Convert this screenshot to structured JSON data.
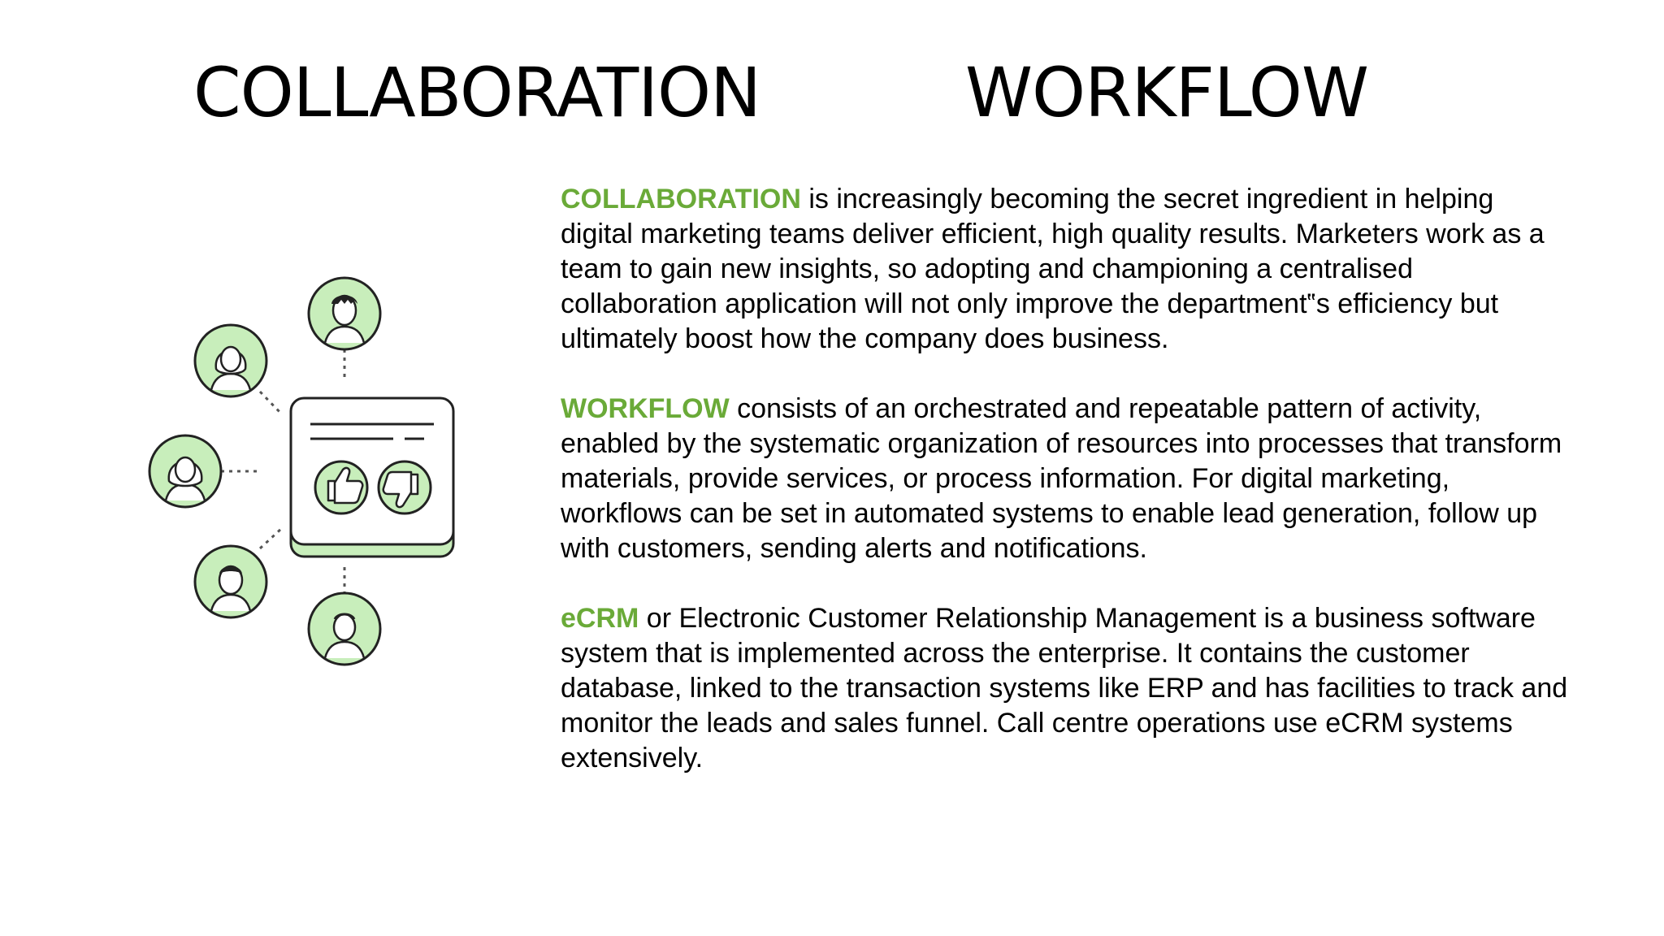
{
  "headings": {
    "left": "COLLABORATION",
    "right": "WORKFLOW"
  },
  "paragraphs": [
    {
      "term": "COLLABORATION",
      "text": " is increasingly becoming the secret ingredient in helping digital marketing teams deliver efficient, high quality results. Marketers work as a team to gain new insights, so adopting and championing a centralised collaboration application will not only improve the department‟s efficiency but ultimately boost how the company does business."
    },
    {
      "term": "WORKFLOW",
      "text": " consists of an orchestrated and repeatable pattern of activity, enabled by the systematic organization of resources into processes that transform materials, provide services, or process information. For digital marketing, workflows can be set in automated systems to enable lead generation, follow up with customers, sending alerts and notifications."
    },
    {
      "term": "eCRM",
      "text": " or Electronic Customer Relationship Management is a business software system that is implemented across the enterprise. It contains the customer database, linked to the transaction systems like ERP and has facilities to track and monitor the leads and sales funnel. Call centre operations use eCRM systems extensively."
    }
  ],
  "colors": {
    "accent_green": "#6aaa38",
    "icon_fill_green": "#c8eebb",
    "outline": "#222222"
  },
  "illustration": {
    "icons": [
      "user-avatar-icon",
      "feedback-card-icon",
      "thumbs-up-icon",
      "thumbs-down-icon"
    ]
  }
}
